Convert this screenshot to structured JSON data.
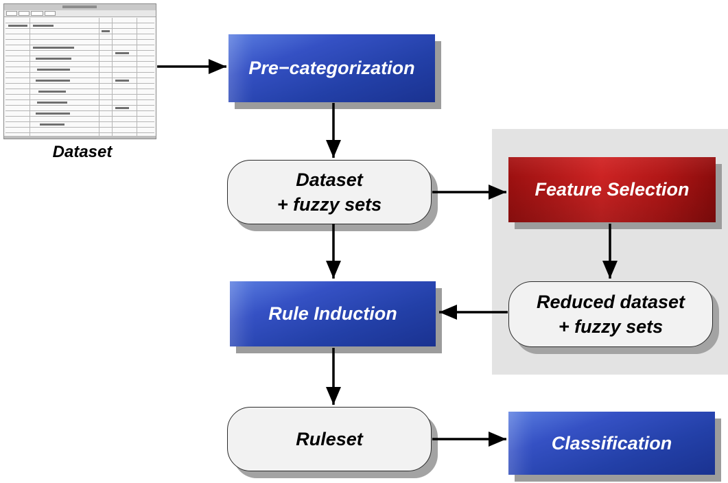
{
  "dataset_label": "Dataset",
  "nodes": {
    "precategorization": "Pre−categorization",
    "dataset_fuzzy_line1": "Dataset",
    "dataset_fuzzy_line2": "+ fuzzy sets",
    "feature_selection": "Feature Selection",
    "rule_induction": "Rule Induction",
    "reduced_line1": "Reduced dataset",
    "reduced_line2": "+ fuzzy sets",
    "ruleset": "Ruleset",
    "classification": "Classification"
  },
  "colors": {
    "blue_box": "#2f4cc0",
    "red_box": "#c21c1c",
    "panel": "#e3e3e3",
    "pill": "#f2f2f2",
    "shadow": "#9c9c9c"
  }
}
